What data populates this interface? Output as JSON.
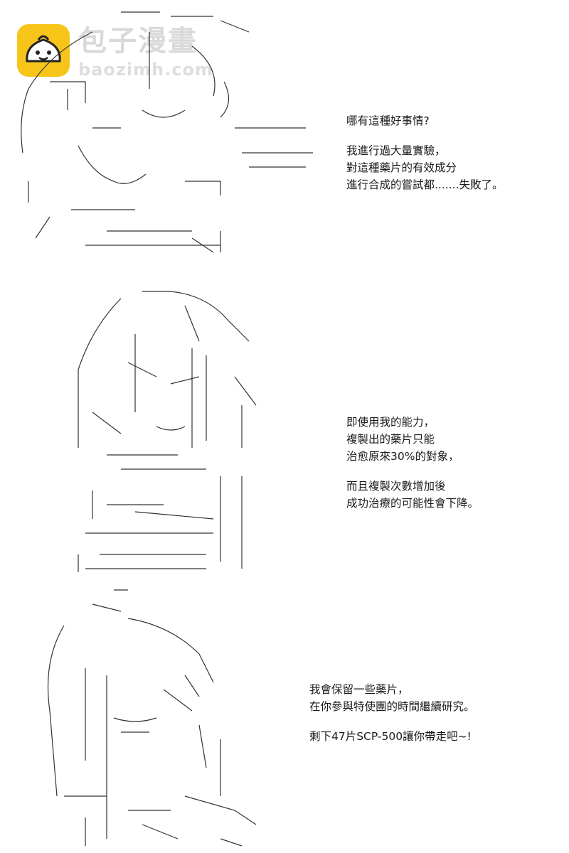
{
  "watermark": {
    "title": "包子漫畫",
    "url": "baozimh.com",
    "icon": "bun-mascot-icon",
    "colors": {
      "icon_bg": "#f7c51a",
      "text": "#d9d9d9"
    }
  },
  "panels": [
    {
      "lines": [
        "哪有這種好事情?",
        "",
        "我進行過大量實驗，",
        "對這種藥片的有效成分",
        "進行合成的嘗試都.......失敗了。"
      ]
    },
    {
      "lines": [
        "即使用我的能力，",
        "複製出的藥片只能",
        "治愈原來30%的對象，",
        "",
        "而且複製次數增加後",
        "成功治療的可能性會下降。"
      ]
    },
    {
      "lines": [
        "我會保留一些藥片，",
        "在你參與特使團的時間繼續研究。",
        "",
        "剩下47片SCP-500讓你帶走吧~!"
      ]
    }
  ]
}
